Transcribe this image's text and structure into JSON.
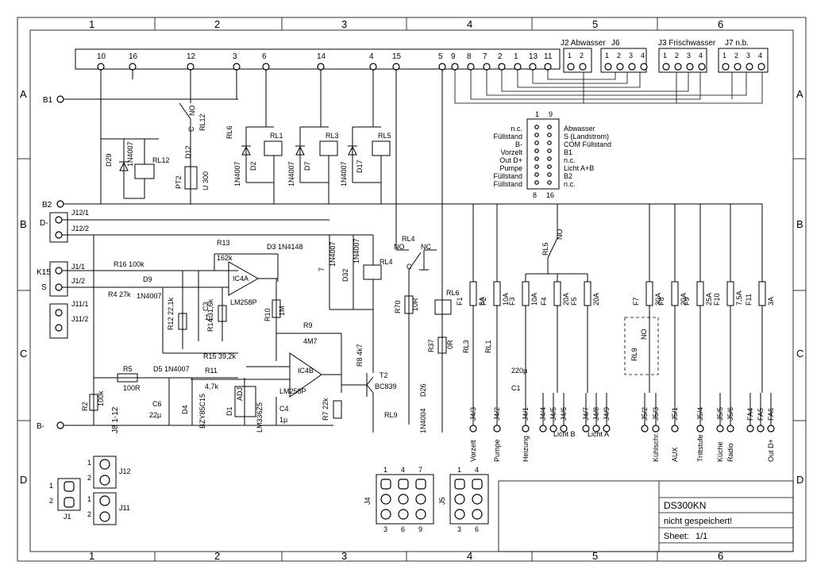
{
  "frame": {
    "columns": [
      "1",
      "2",
      "3",
      "4",
      "5",
      "6"
    ],
    "rows": [
      "A",
      "B",
      "C",
      "D"
    ]
  },
  "title_block": {
    "name": "DS300KN",
    "status": "nicht gespeichert!",
    "sheet_label": "Sheet:",
    "sheet_value": "1/1"
  },
  "top_connector": {
    "pins": [
      "10",
      "16",
      "12",
      "3",
      "6",
      "14",
      "4",
      "15",
      "5",
      "9",
      "8",
      "7",
      "2",
      "1",
      "13",
      "11"
    ]
  },
  "jack_headers": [
    {
      "label": "J2 Abwasser",
      "pins": [
        "1",
        "2"
      ]
    },
    {
      "label": "J6",
      "pins": [
        "1",
        "2",
        "3",
        "4"
      ]
    },
    {
      "label": "J3 Frischwasser",
      "pins": [
        "1",
        "2",
        "3",
        "4"
      ]
    },
    {
      "label": "J7 n.b.",
      "pins": [
        "1",
        "2",
        "3",
        "4"
      ]
    }
  ],
  "ribbon_connector": {
    "pin_top_left": "1",
    "pin_top_right": "9",
    "pin_bottom_left": "8",
    "pin_bottom_right": "16",
    "left_labels": [
      "n.c.",
      "Füllstand",
      "B-",
      "Vorzelt",
      "Out D+",
      "Pumpe",
      "Füllstand",
      "Füllstand"
    ],
    "right_labels": [
      "Abwasser",
      "S (Landstrom)",
      "COM Füllstand",
      "B1",
      "n.c.",
      "Licht A+B",
      "B2",
      "n.c."
    ]
  },
  "nets": {
    "b1": "B1",
    "b2": "B2",
    "d_minus": "D-",
    "k15": "K15",
    "s": "S",
    "b_minus": "B-",
    "j8": "J8 1-12"
  },
  "connectors_left": {
    "j12_1": "J12/1",
    "j12_2": "J12/2",
    "j1_1": "J1/1",
    "j1_2": "J1/2",
    "j11_1": "J11/1",
    "j11_2": "J11/2"
  },
  "relays_top": {
    "rl12": "RL12",
    "rl12_contact": "RL12",
    "rl6": "RL6",
    "rl1": "RL1",
    "rl3": "RL3",
    "rl5": "RL5",
    "d29": "D29",
    "d29_type": "1N4007",
    "d12": "D12",
    "pt2": "PT2",
    "pt2_type": "U 300",
    "d2": "D2",
    "d2_type": "1N4007",
    "d7": "D7",
    "d7_type": "1N4007",
    "d17": "D17",
    "d17_type": "1N4007",
    "no": "NO",
    "c": "C"
  },
  "analog": {
    "r13": "R13",
    "r13_v": "162k",
    "d3": "D3 1N4148",
    "r16": "R16 100k",
    "r4": "R4 27k",
    "d9": "D9",
    "d9_type": "1N4007",
    "ic4a": "IC4A",
    "ic4a_type": "LM258P",
    "r12": "R12 22,1k",
    "c3": "C3",
    "c3_v": "1µ",
    "r14": "R14 31,6k",
    "r10": "R10",
    "r10_v": "1M",
    "r9": "R9",
    "r9_v": "4M7",
    "r8": "R8 4k7",
    "r15": "R15 39,2k",
    "r11": "R11",
    "r11_v": "4,7k",
    "ic4b": "IC4B",
    "ic4b_type": "LM258P",
    "r5": "R5",
    "r5_v": "100R",
    "d5": "D5 1N4007",
    "r2": "R2",
    "r2_v": "100k",
    "c6": "C6",
    "c6_v": "22µ",
    "d4": "D4",
    "d4_type": "BZY85C15",
    "d1": "D1",
    "d1_adj": "ADJ",
    "d1_type": "LM336Z5",
    "c4": "C4",
    "c4_v": "1µ",
    "r7": "R7 22k",
    "t2": "T2",
    "t2_type": "BC839",
    "rl9": "RL9",
    "d26": "D26",
    "d26_type": "1N4004",
    "d32": "D32",
    "d32_type": "1N4007",
    "d_left": "7",
    "d_left_type": "1N4007",
    "rl4": "RL4"
  },
  "power": {
    "rl4": "RL4",
    "rl6": "RL6",
    "rl5": "RL5",
    "rl3": "RL3",
    "rl1": "RL1",
    "rl9": "RL9",
    "no": "NO",
    "nc": "NC",
    "c": "C",
    "r70": "R70",
    "r70_v": "10R",
    "r37": "R37",
    "r37_v": "0R",
    "c1": "C1",
    "c1_v": "220µ",
    "fuses": [
      {
        "name": "F1",
        "value": "5A"
      },
      {
        "name": "F2",
        "value": "10A"
      },
      {
        "name": "F3",
        "value": "10A"
      },
      {
        "name": "F4",
        "value": "20A"
      },
      {
        "name": "F5",
        "value": "20A"
      },
      {
        "name": "F7",
        "value": "30A"
      },
      {
        "name": "F8",
        "value": "20A"
      },
      {
        "name": "F9",
        "value": "25A"
      },
      {
        "name": "F10",
        "value": "7,5A"
      },
      {
        "name": "F11",
        "value": "3A"
      }
    ],
    "terminals": [
      {
        "pin": "J4/3",
        "label": "Vorzelt"
      },
      {
        "pin": "J4/2",
        "label": "Pumpe"
      },
      {
        "pin": "J4/1",
        "label": "Heizung"
      },
      {
        "pin": "J4/4",
        "label": ""
      },
      {
        "pin": "J4/5",
        "label": ""
      },
      {
        "pin": "J4/6",
        "label": ""
      },
      {
        "pin": "J4/7",
        "label": ""
      },
      {
        "pin": "J4/8",
        "label": ""
      },
      {
        "pin": "J4/9",
        "label": ""
      },
      {
        "pin": "J5/2",
        "label": ""
      },
      {
        "pin": "J5/3",
        "label": "Kühlschr."
      },
      {
        "pin": "J5/1",
        "label": "AUX"
      },
      {
        "pin": "J5/4",
        "label": "Trittstufe"
      },
      {
        "pin": "J5/5",
        "label": "Küche"
      },
      {
        "pin": "J5/6",
        "label": "Radio"
      },
      {
        "pin": "FA4",
        "label": ""
      },
      {
        "pin": "FA5",
        "label": ""
      },
      {
        "pin": "FA6",
        "label": "Out D+"
      }
    ],
    "licht_b": "Licht B",
    "licht_a": "Licht A"
  },
  "connectors_bottom": {
    "j1": "J1",
    "j1_pins": [
      "1",
      "2"
    ],
    "j12": "J12",
    "j12_pins": [
      "1",
      "2"
    ],
    "j11": "J11",
    "j11_pins": [
      "1",
      "2"
    ],
    "j4": "J4",
    "j4_top": [
      "1",
      "4",
      "7"
    ],
    "j4_bottom": [
      "3",
      "6",
      "9"
    ],
    "j5": "J5",
    "j5_top": [
      "1",
      "4"
    ],
    "j5_bottom": [
      "3",
      "6"
    ]
  }
}
